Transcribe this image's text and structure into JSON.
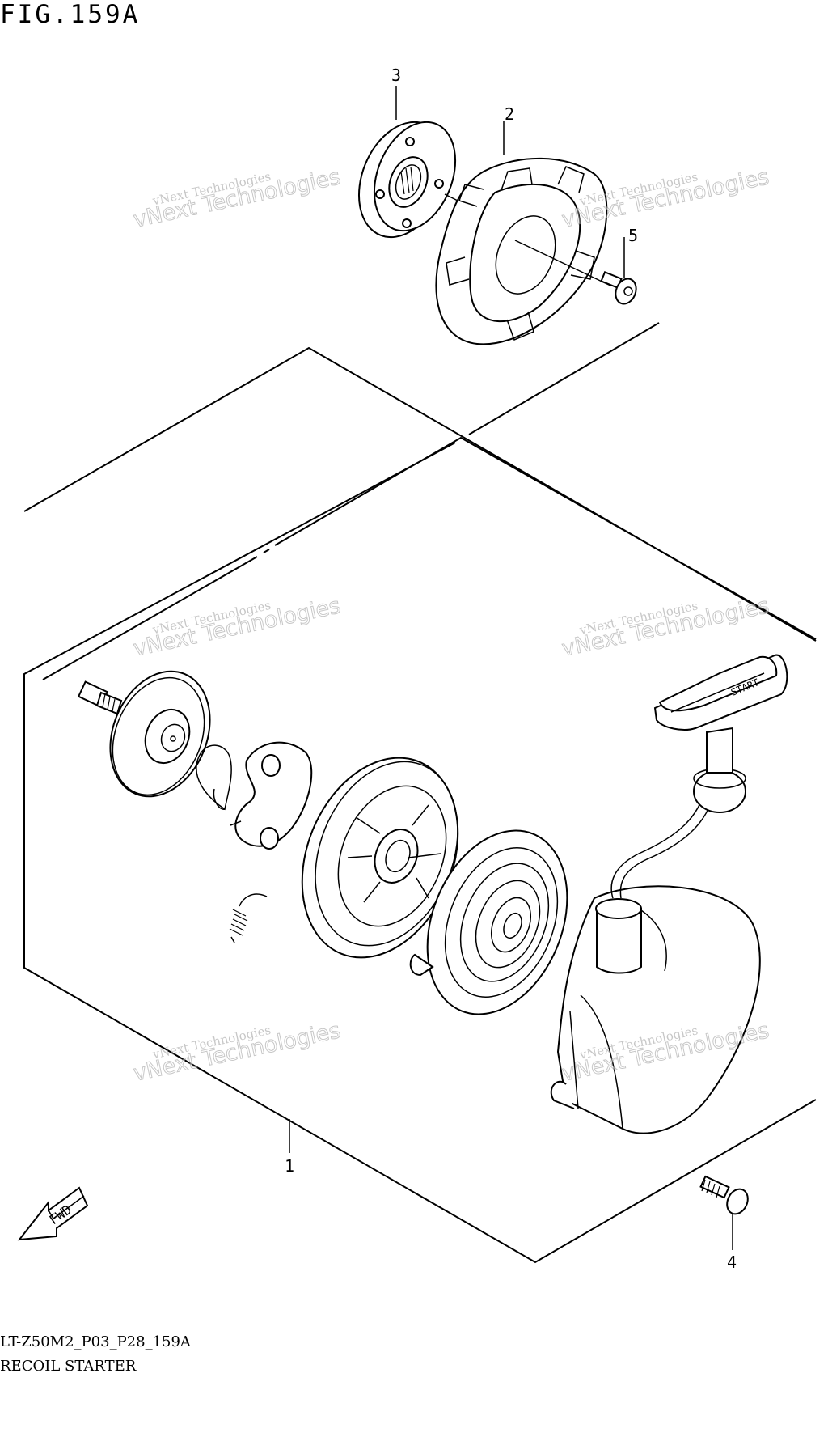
{
  "figure": {
    "title": "FIG.159A"
  },
  "callouts": [
    {
      "num": "1",
      "part": "recoil-starter-assembly"
    },
    {
      "num": "2",
      "part": "starter-drive-cup"
    },
    {
      "num": "3",
      "part": "flange-hub"
    },
    {
      "num": "4",
      "part": "bolt"
    },
    {
      "num": "5",
      "part": "bolt"
    }
  ],
  "handle_text": "START",
  "fwd_text": "FWD",
  "watermark": {
    "line1": "vNext Technologies",
    "line2": "vNext Technologies"
  },
  "footer": {
    "code": "LT-Z50M2_P03_P28_159A",
    "name": "RECOIL STARTER"
  }
}
